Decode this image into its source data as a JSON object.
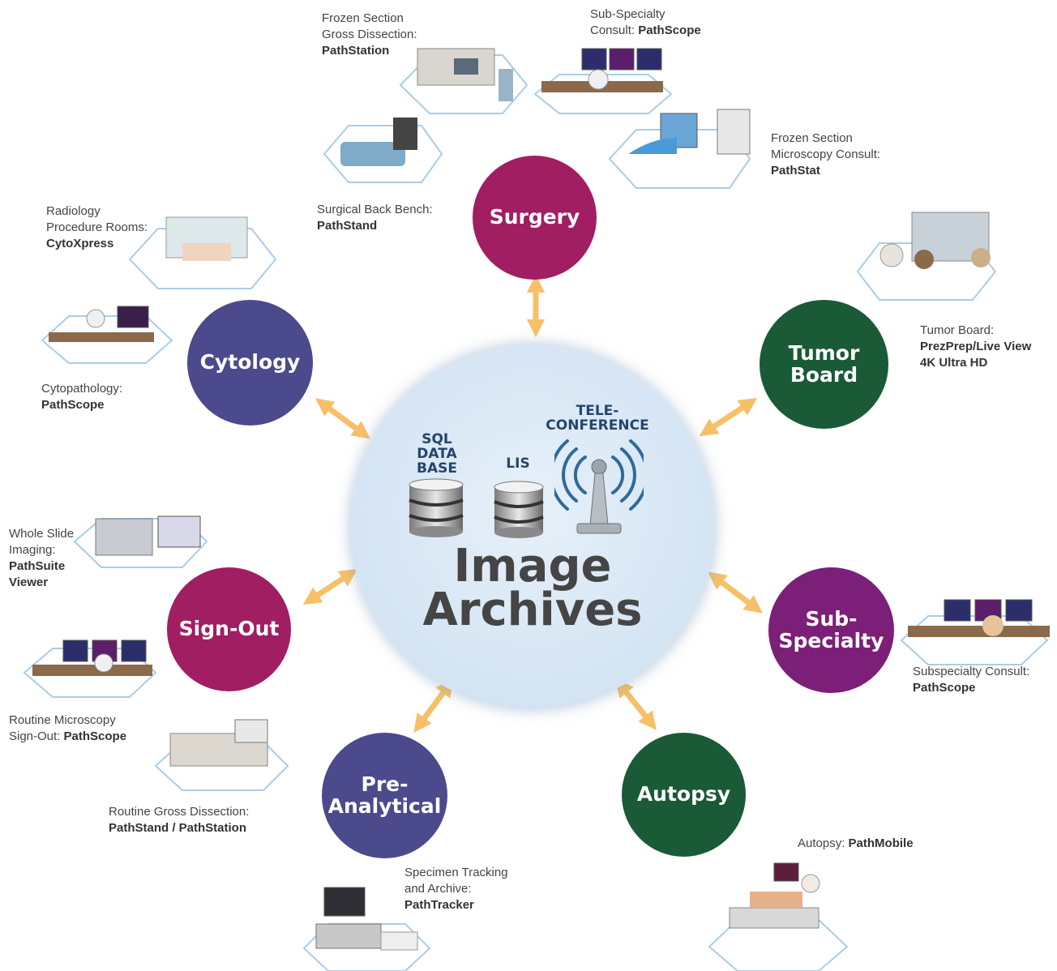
{
  "center": {
    "title_line1": "Image",
    "title_line2": "Archives",
    "sql_l1": "SQL",
    "sql_l2": "DATA",
    "sql_l3": "BASE",
    "lis": "LIS",
    "tele_l1": "TELE-",
    "tele_l2": "CONFERENCE",
    "icons": [
      "database-icon",
      "database-icon",
      "antenna-icon"
    ]
  },
  "hubs": {
    "surgery": "Surgery",
    "cytology": "Cytology",
    "tumor_l1": "Tumor",
    "tumor_l2": "Board",
    "signout": "Sign-Out",
    "sub_l1": "Sub-",
    "sub_l2": "Specialty",
    "pre_l1": "Pre-",
    "pre_l2": "Analytical",
    "autopsy": "Autopsy"
  },
  "colors": {
    "magenta": "#a11e62",
    "indigo": "#4b4a8c",
    "green": "#1a5a36",
    "purple": "#7b1f78",
    "arrow": "#f7c068",
    "center_fill": "#d8e7f4"
  },
  "captions": {
    "frozen_gross": {
      "l1": "Frozen Section",
      "l2": "Gross Dissection:",
      "prod": "PathStation"
    },
    "subspec_top": {
      "l1": "Sub-Specialty",
      "l2": "Consult: ",
      "prod": "PathScope"
    },
    "frozen_micro": {
      "l1": "Frozen Section",
      "l2": "Microscopy Consult:",
      "prod": "PathStat"
    },
    "back_bench": {
      "l1": "Surgical Back Bench:",
      "prod": "PathStand"
    },
    "radiology": {
      "l1": "Radiology",
      "l2": "Procedure Rooms:",
      "prod": "CytoXpress"
    },
    "cytopath": {
      "l1": "Cytopathology:",
      "prod": "PathScope"
    },
    "tumor": {
      "l1": "Tumor Board:",
      "prod1": "PrezPrep/Live View",
      "prod2": "4K Ultra HD"
    },
    "wsi": {
      "l1": "Whole Slide",
      "l2": "Imaging:",
      "prod1": "PathSuite",
      "prod2": "Viewer"
    },
    "routine_micro": {
      "l1": "Routine Microscopy",
      "l2": "Sign-Out: ",
      "prod": "PathScope"
    },
    "routine_gross": {
      "l1": "Routine Gross Dissection:",
      "prod": "PathStand / PathStation"
    },
    "specimen": {
      "l1": "Specimen Tracking",
      "l2": "and Archive:",
      "prod": "PathTracker"
    },
    "subspec_right": {
      "l1": "Subspecialty Consult:",
      "prod": "PathScope"
    },
    "autopsy": {
      "l1": "Autopsy: ",
      "prod": "PathMobile"
    }
  }
}
